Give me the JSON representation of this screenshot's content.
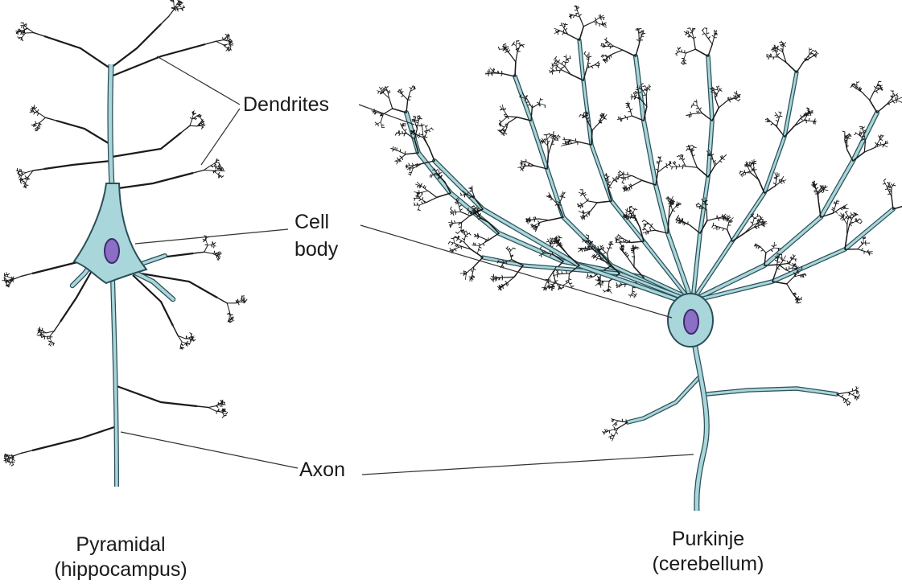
{
  "labels": {
    "dendrites": "Dendrites",
    "cell_body_line1": "Cell",
    "cell_body_line2": "body",
    "axon": "Axon"
  },
  "captions": {
    "pyramidal_line1": "Pyramidal",
    "pyramidal_line2": "(hippocampus)",
    "purkinje_line1": "Purkinje",
    "purkinje_line2": "(cerebellum)"
  },
  "colors": {
    "background": "#ffffff",
    "cell_fill": "#a9d6da",
    "cell_outline": "#2a4f57",
    "nucleus_fill": "#8a6fc4",
    "nucleus_outline": "#3e2b70",
    "fine_branch": "#1a1a1a",
    "leader_line": "#333333"
  }
}
